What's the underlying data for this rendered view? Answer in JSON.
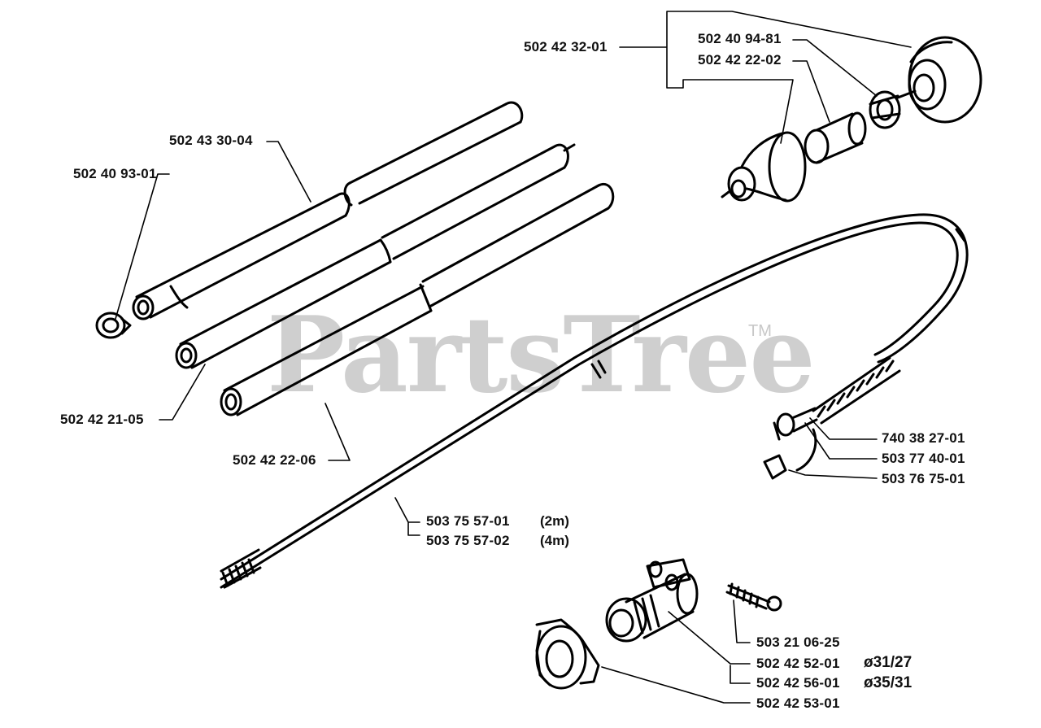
{
  "watermark": {
    "text": "PartsTree",
    "trademark": "TM"
  },
  "callouts": {
    "p_502423201": "502 42 32-01",
    "p_502409481": "502 40 94-81",
    "p_502422202": "502 42 22-02",
    "p_502433004": "502 43 30-04",
    "p_502409301": "502 40 93-01",
    "p_502422105": "502 42 21-05",
    "p_502422206": "502 42 22-06",
    "p_740382701": "740 38 27-01",
    "p_503774001": "503 77 40-01",
    "p_503767501": "503 76 75-01",
    "p_503755701": "503 75 57-01",
    "p_503755702": "503 75 57-02",
    "p_503210625": "503 21 06-25",
    "p_502425201": "502 42 52-01",
    "p_502425601": "502 42 56-01",
    "p_502425301": "502 42 53-01"
  },
  "notes": {
    "len_2m": "(2m)",
    "len_4m": "(4m)",
    "dia_1": "ø31/27",
    "dia_2": "ø35/31"
  }
}
